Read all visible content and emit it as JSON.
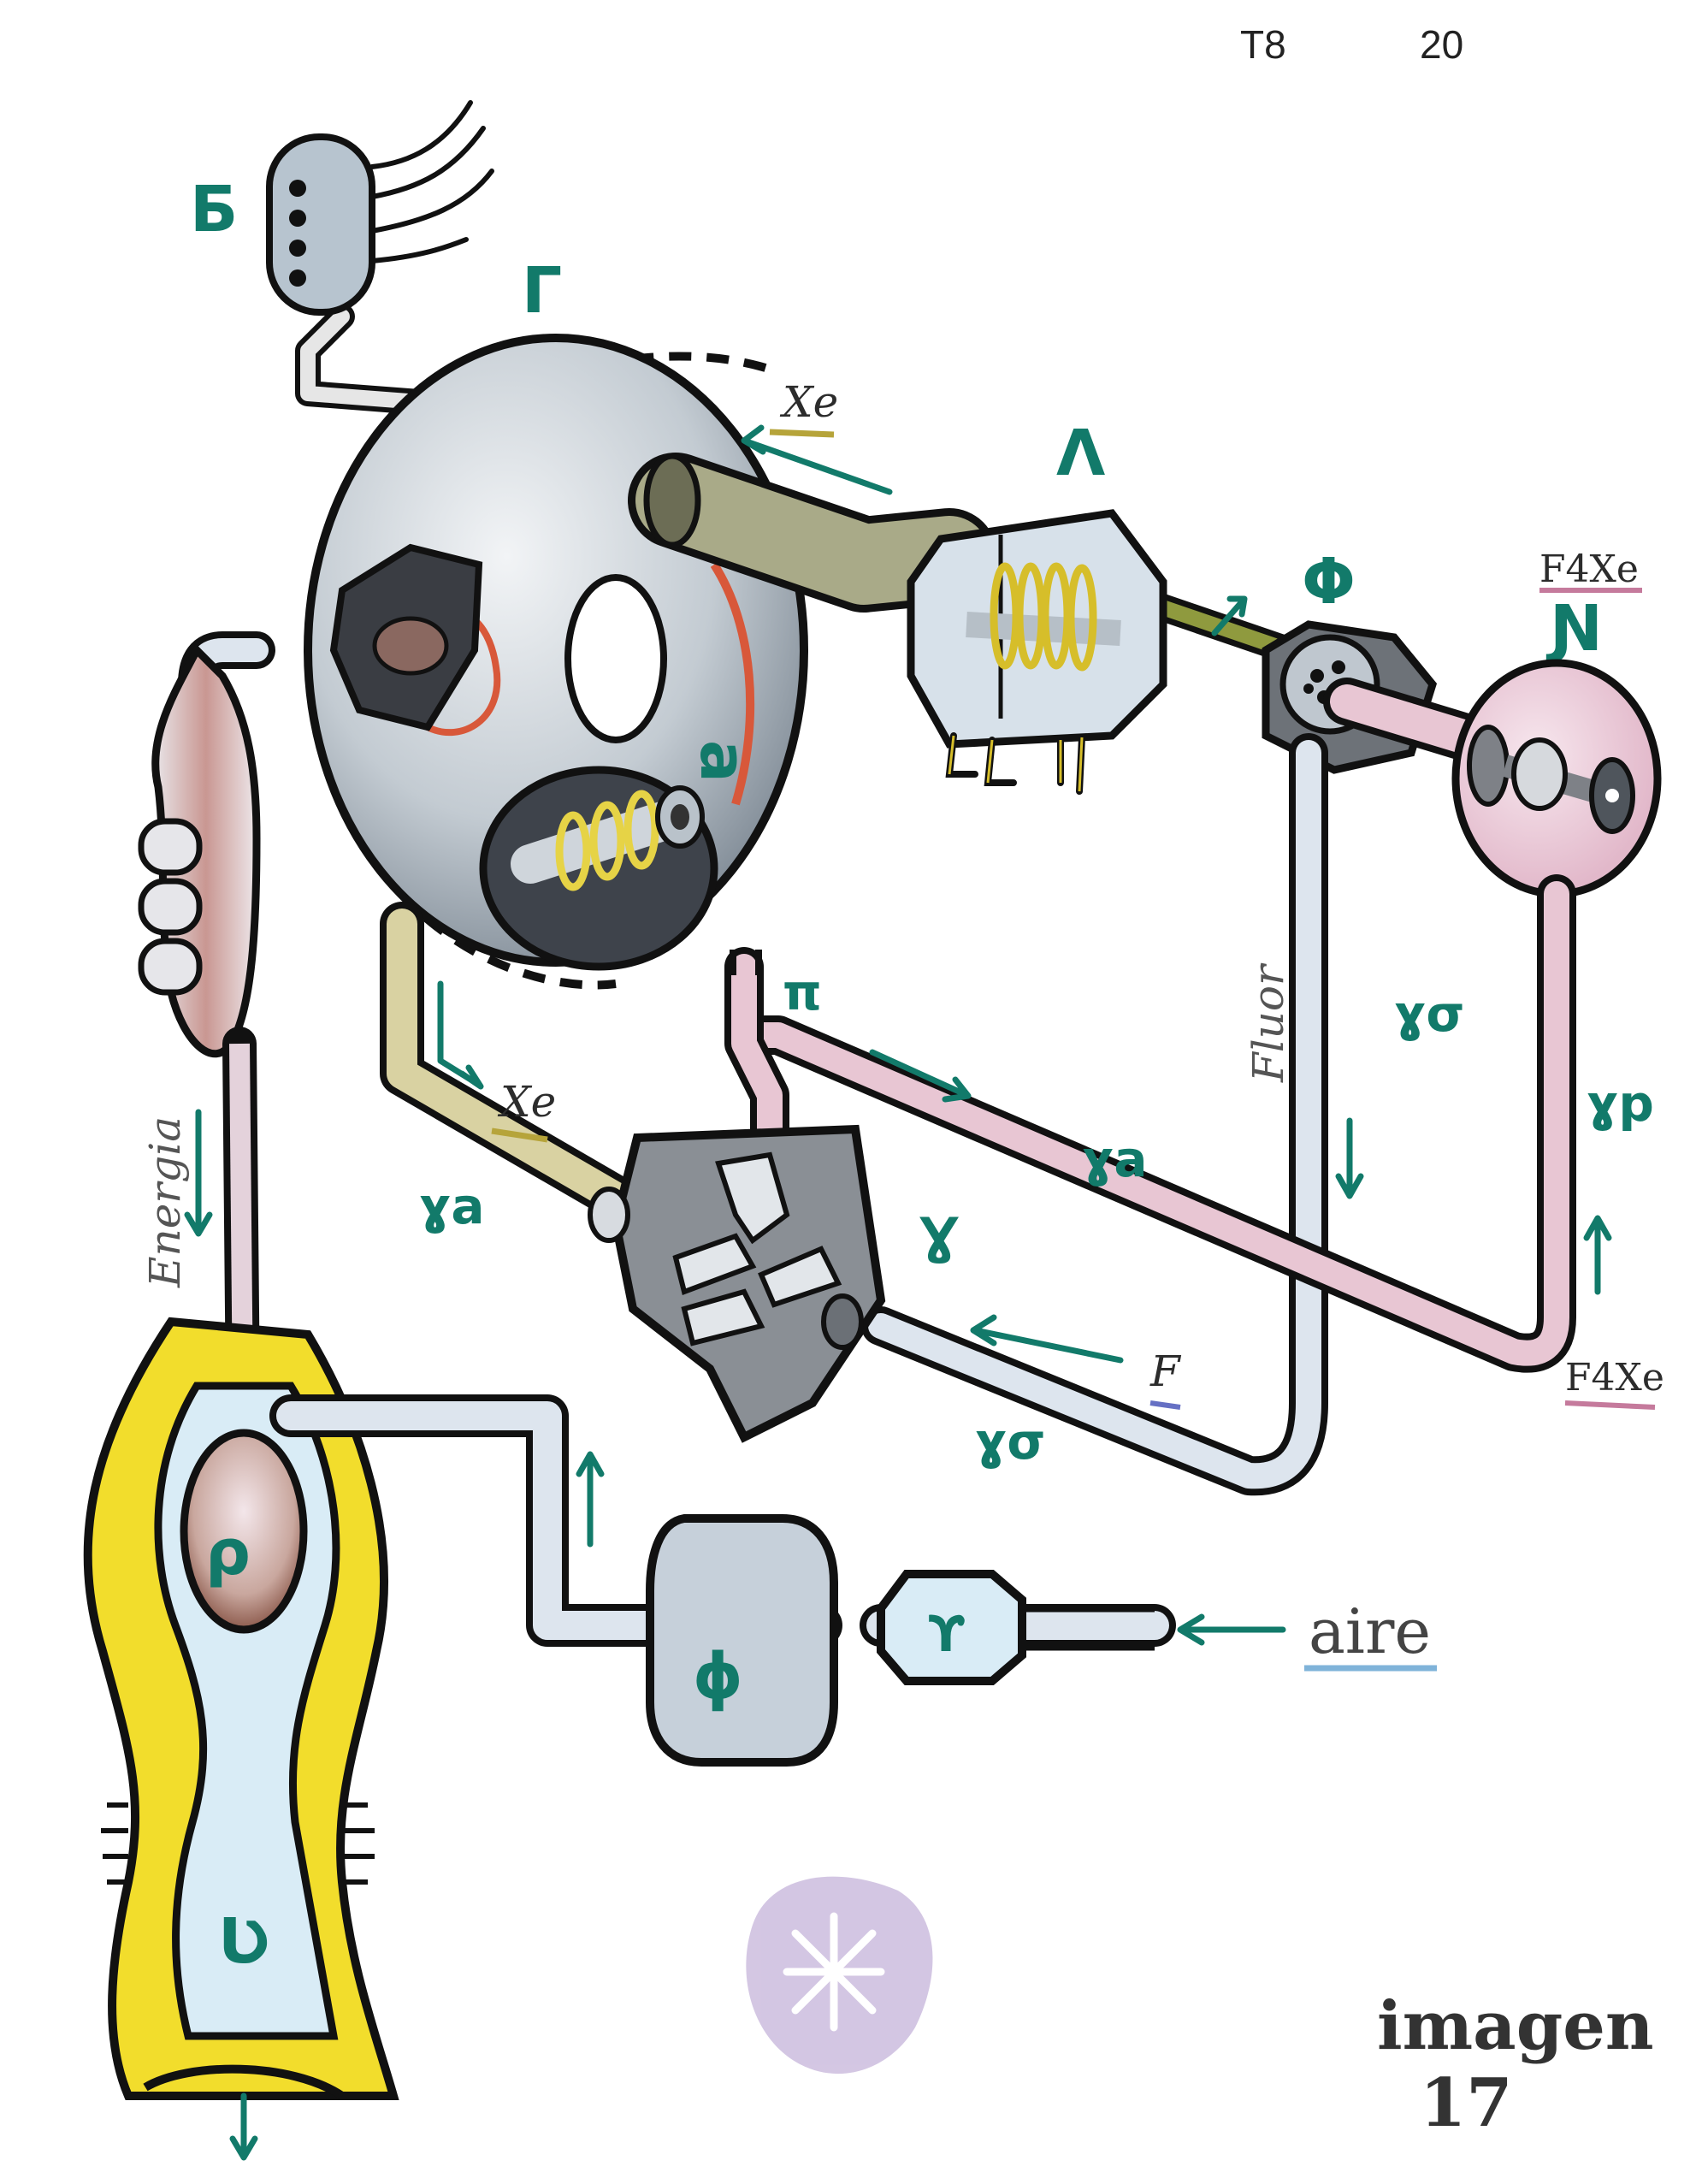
{
  "page_note": {
    "left": "T8",
    "right": "20"
  },
  "components": {
    "sensor_top_left": "Б",
    "main_reactor": "Г",
    "reactor_inner": "a",
    "coil_unit": "Λ",
    "valve_unit": "Φ",
    "pink_pump": "Ɲ",
    "mixer": "Ɣ",
    "pipe_junction": "π",
    "pump": "ɸ",
    "filter": "ϒ",
    "chamber": "ρ",
    "nozzle": "Ʋ"
  },
  "pipe_labels": {
    "xe_top": "Xe",
    "xe_mid": "Xe",
    "f4xe_top": "F4Xe",
    "f4xe_bottom": "F4Xe",
    "f_label": "F",
    "ra_left": "ɣa",
    "ra_mid": "ɣa",
    "ro_bottom": "ɣσ",
    "ro_right": "ɣσ",
    "rp_right": "ɣp",
    "fluor": "Fluor",
    "energia": "Energia",
    "aire": "aire"
  },
  "caption": {
    "line1": "imagen",
    "line2": "17"
  },
  "colors": {
    "ink": "#111111",
    "teal_label": "#127a6a",
    "reactor_grey": "#c3cbd2",
    "pink_line": "#e8c6d3",
    "yellow_pipe": "#d9d2a2",
    "blue_grey_pipe": "#dde5ee",
    "yellow_fill": "#f2dd2c",
    "light_blue_fill": "#d9ecf6",
    "stamp_purple": "#c5b4da"
  }
}
